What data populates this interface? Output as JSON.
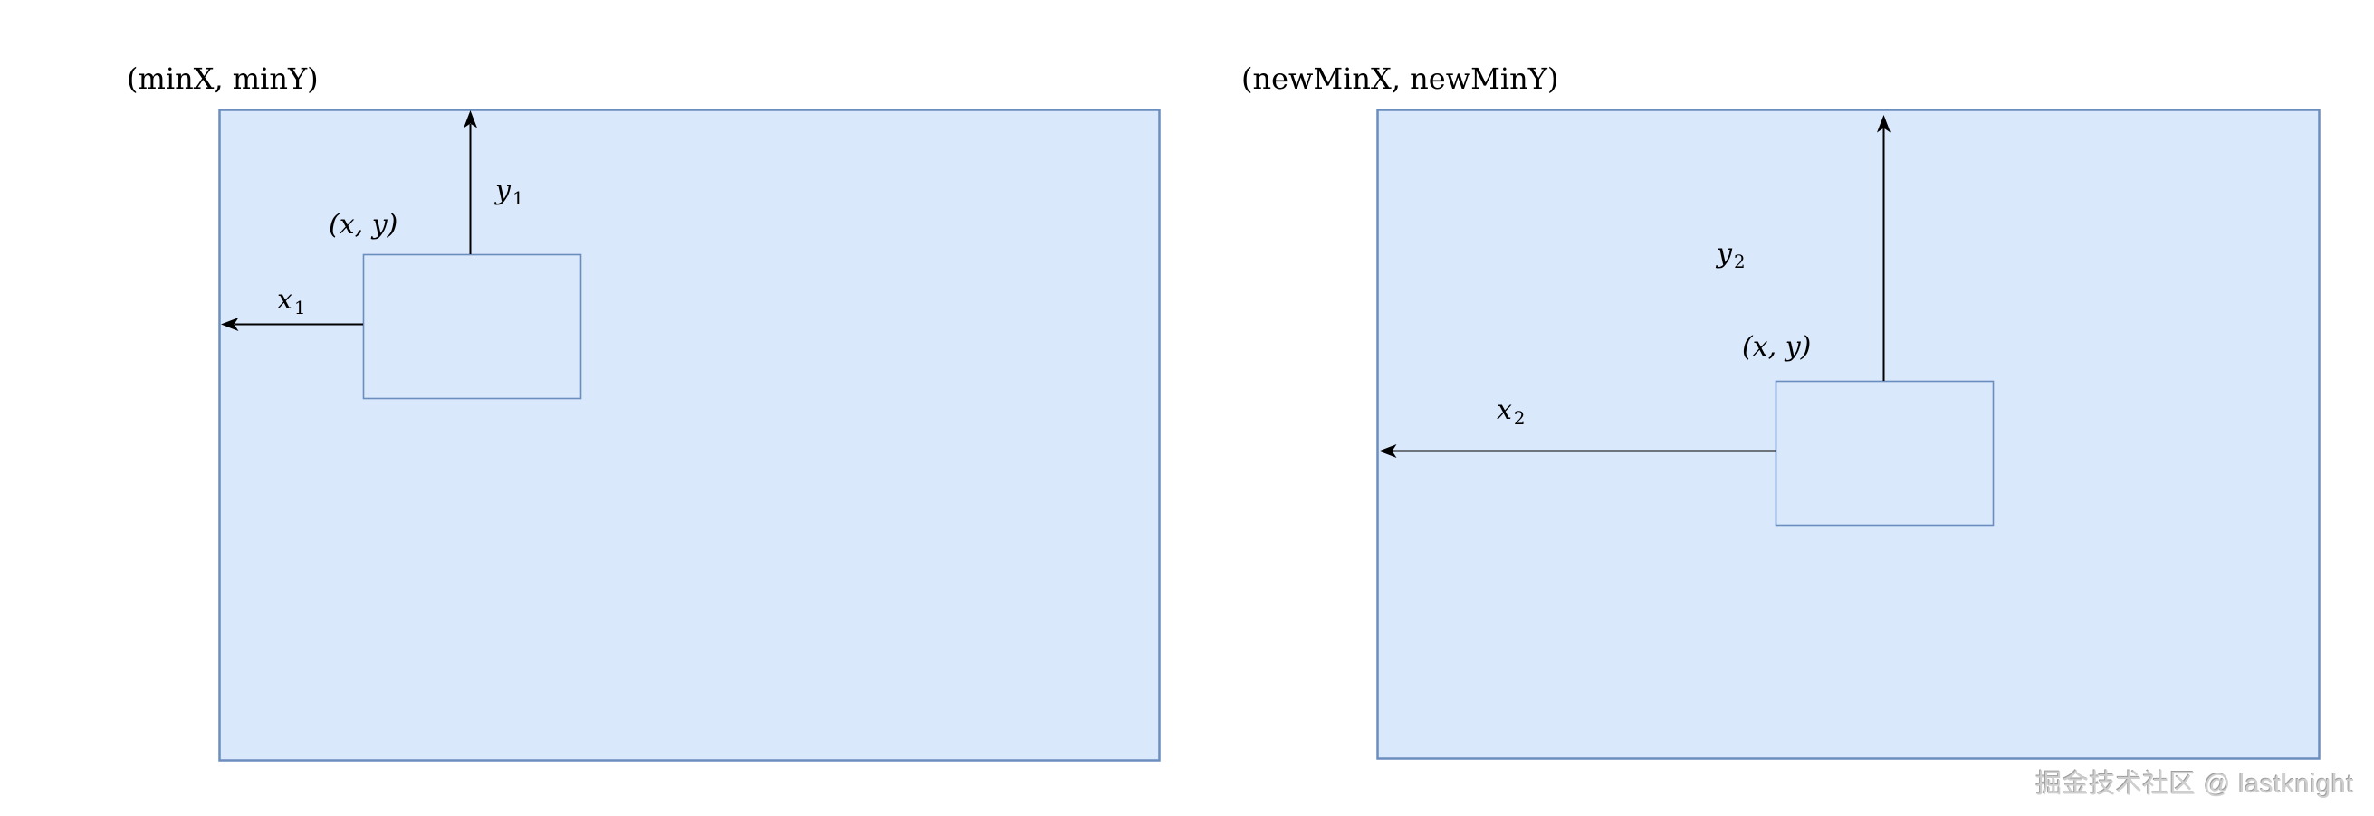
{
  "colors": {
    "box_fill": "#dae8fc",
    "box_stroke": "#6c8ebf",
    "arrow": "#000000"
  },
  "panels": [
    {
      "corner_label": "(minX, minY)",
      "point_label": "(x, y)",
      "v_label": {
        "base": "y",
        "sub": "1"
      },
      "h_label": {
        "base": "x",
        "sub": "1"
      }
    },
    {
      "corner_label": "(newMinX, newMinY)",
      "point_label": "(x, y)",
      "v_label": {
        "base": "y",
        "sub": "2"
      },
      "h_label": {
        "base": "x",
        "sub": "2"
      }
    }
  ],
  "watermark": "掘金技术社区 @ lastknight"
}
